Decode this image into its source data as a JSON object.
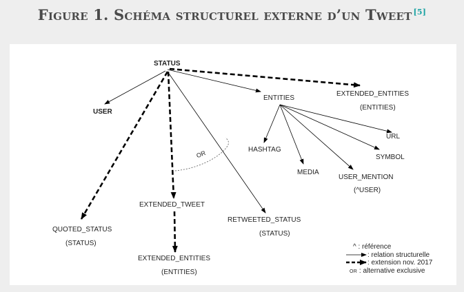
{
  "figure": {
    "title": "Figure 1. Schéma structurel externe d’un Tweet",
    "reference": "[5]"
  },
  "nodes": {
    "status": "STATUS",
    "user": "USER",
    "entities": "ENTITIES",
    "extended_entities_top": "EXTENDED_ENTITIES",
    "extended_entities_top_sub": "(ENTITIES)",
    "hashtag": "HASHTAG",
    "media": "MEDIA",
    "url": "URL",
    "symbol": "SYMBOL",
    "user_mention": "USER_MENTION",
    "user_mention_sub": "(^USER)",
    "extended_tweet": "EXTENDED_TWEET",
    "quoted_status": "QUOTED_STATUS",
    "quoted_status_sub": "(STATUS)",
    "retweeted_status": "RETWEETED_STATUS",
    "retweeted_status_sub": "(STATUS)",
    "extended_entities_bottom": "EXTENDED_ENTITIES",
    "extended_entities_bottom_sub": "(ENTITIES)",
    "or_label": "OR"
  },
  "legend": {
    "reference_symbol": "^",
    "reference_text": ": référence",
    "structural_text": ": relation structurelle",
    "extension_text": ": extension nov. 2017",
    "or_symbol": "OR",
    "or_text": ": alternative exclusive"
  },
  "colors": {
    "title": "#4a4a4a",
    "reference": "#1aa3a3",
    "background": "#eeeeee",
    "panel": "#ffffff",
    "line": "#000000"
  }
}
